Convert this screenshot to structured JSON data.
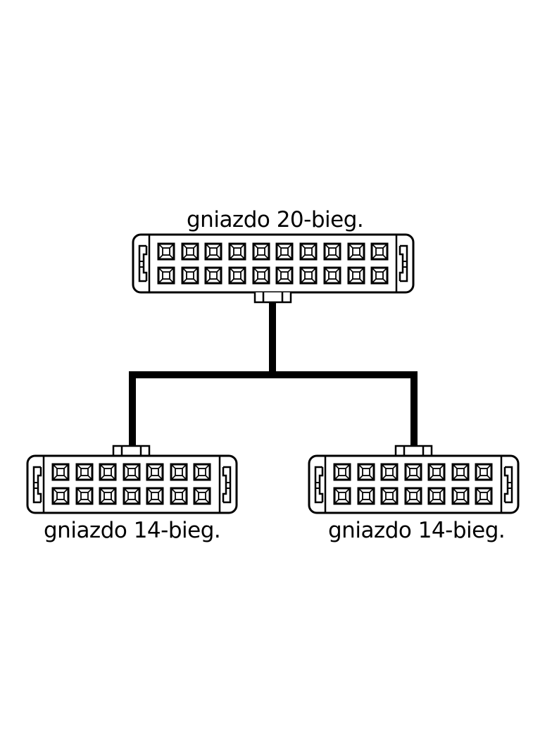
{
  "diagram": {
    "colors": {
      "stroke": "#000000",
      "background": "#ffffff",
      "cable": "#000000"
    },
    "connectors": [
      {
        "id": "top",
        "label": "gniazdo 20-bieg.",
        "pins": 20,
        "columns": 10,
        "rows": 2
      },
      {
        "id": "bottom-left",
        "label": "gniazdo 14-bieg.",
        "pins": 14,
        "columns": 7,
        "rows": 2
      },
      {
        "id": "bottom-right",
        "label": "gniazdo 14-bieg.",
        "pins": 14,
        "columns": 7,
        "rows": 2
      }
    ],
    "cable": {
      "type": "Y-splitter",
      "from": "top",
      "to": [
        "bottom-left",
        "bottom-right"
      ]
    }
  }
}
